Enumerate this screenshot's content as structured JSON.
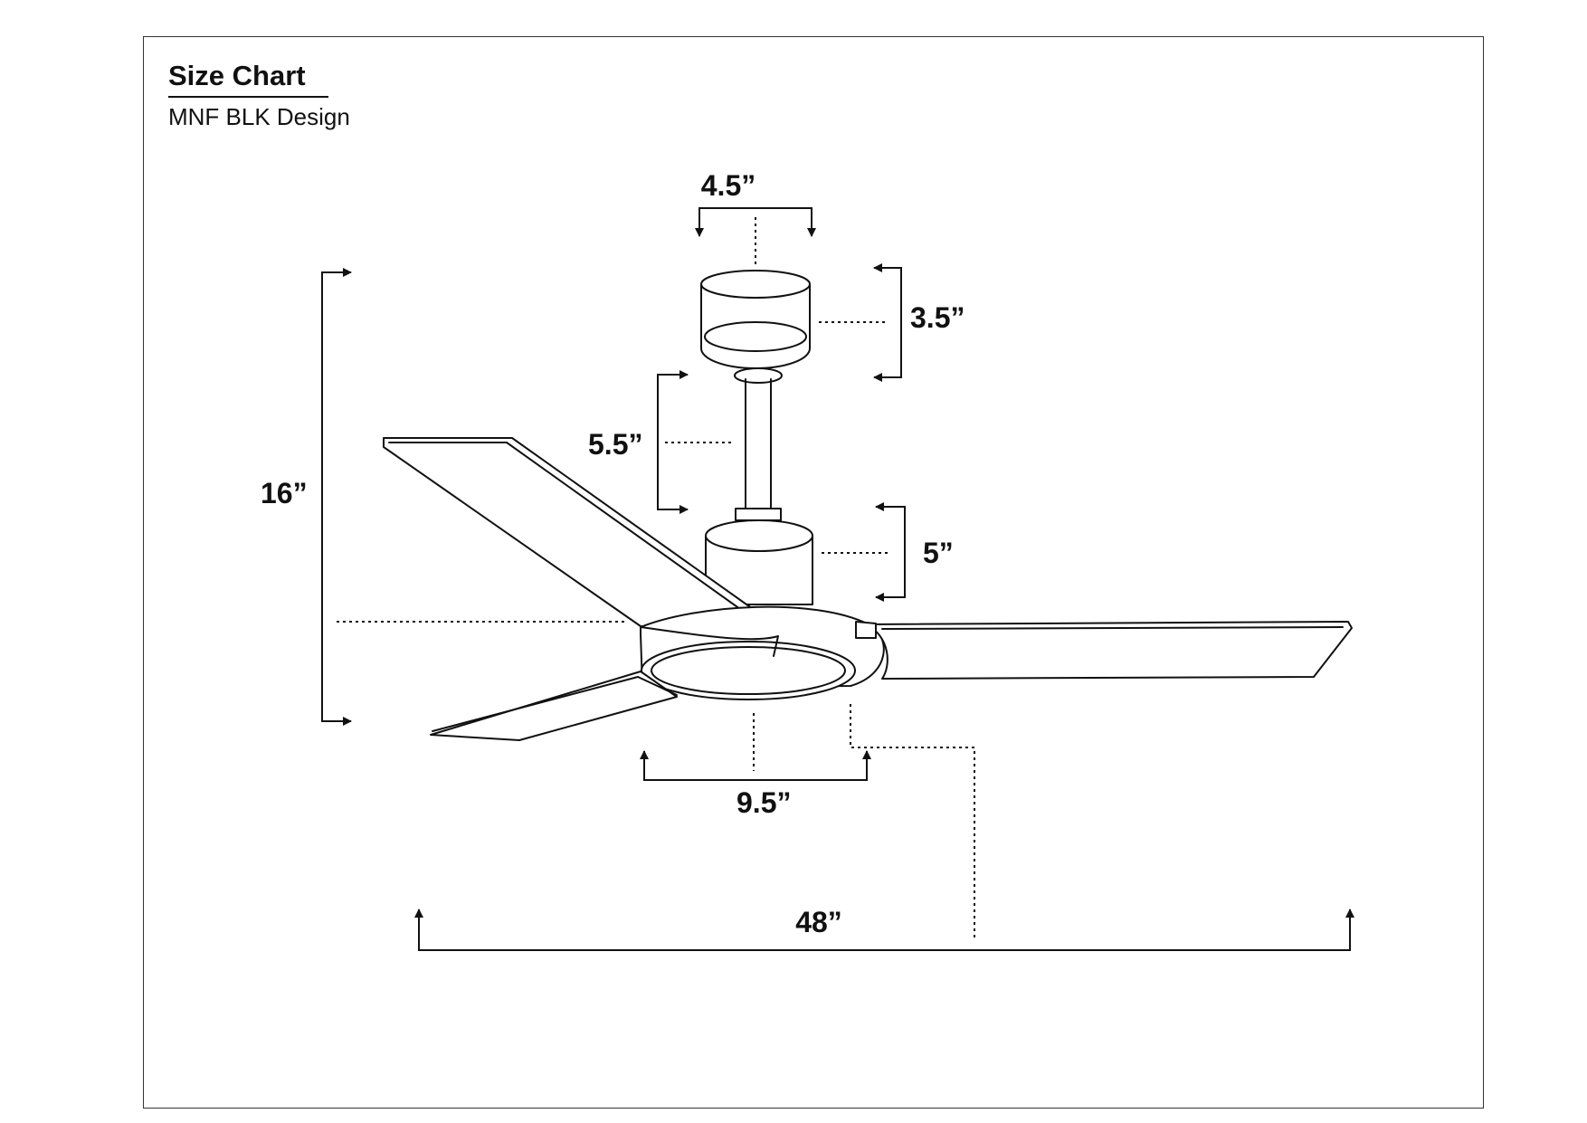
{
  "header": {
    "title": "Size Chart",
    "subtitle": "MNF BLK Design"
  },
  "dimensions": {
    "canopy_width": "4.5”",
    "canopy_height": "3.5”",
    "downrod_length": "5.5”",
    "motor_height": "5”",
    "overall_height": "16”",
    "light_kit_width": "9.5”",
    "blade_span": "48”"
  },
  "colors": {
    "line": "#111111",
    "background": "#ffffff"
  }
}
